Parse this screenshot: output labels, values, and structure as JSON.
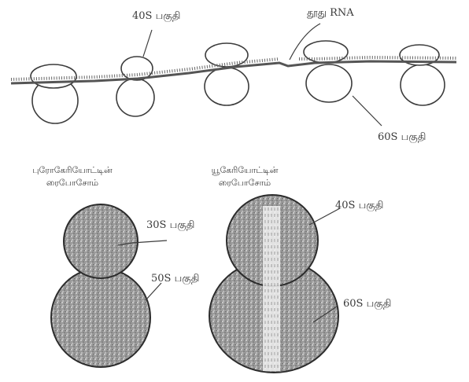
{
  "labels": {
    "top_40s": "40S பகுதி",
    "mrna": "தூது RNA",
    "top_60s": "60S பகுதி",
    "small_30s": "30S பகுதி",
    "small_50s": "50S பகுதி",
    "large_40s": "40S பகுதி",
    "large_60s": "60S பகுதி"
  },
  "captions": {
    "prokaryote": [
      "புரோகேரியோட்டின்",
      "ரைபோசோம்"
    ],
    "eukaryote": [
      "யூகேரியோட்டின்",
      "ரைபோசோம்"
    ]
  },
  "colors": {
    "ink": "#3c3c3c",
    "stipple_light": "#e9e9e9",
    "stipple_dark": "#6a6a6a"
  }
}
